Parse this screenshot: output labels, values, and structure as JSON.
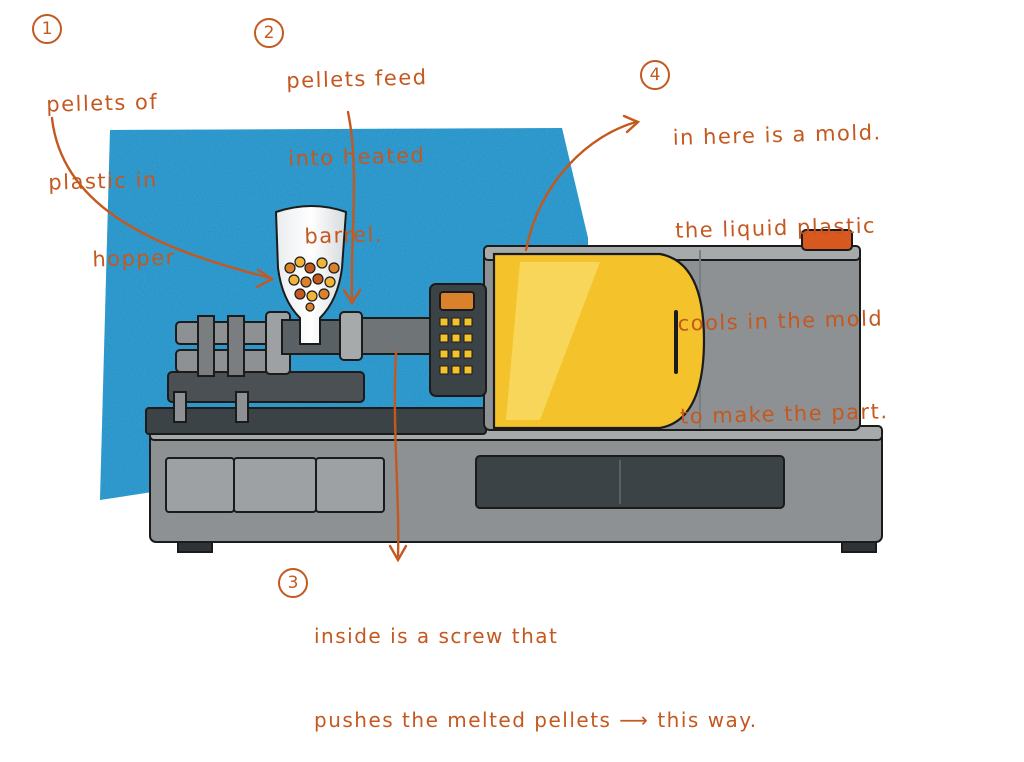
{
  "annotations": [
    {
      "number": "1",
      "lines": [
        "pellets of",
        "plastic in",
        "hopper"
      ]
    },
    {
      "number": "2",
      "lines": [
        "pellets feed",
        "into heated",
        "barrel."
      ]
    },
    {
      "number": "3",
      "lines": [
        "inside is a screw that",
        "pushes the melted pellets ⟶ this way."
      ]
    },
    {
      "number": "4",
      "lines": [
        "in here is a mold.",
        "the liquid plastic",
        "cools in the mold",
        "to make the part."
      ]
    }
  ],
  "icons": [
    "hopper-icon",
    "barrel-icon",
    "screw-drive-icon",
    "control-panel-icon",
    "mold-door-icon",
    "arrow-icon"
  ],
  "colors": {
    "annotation": "#c4581f",
    "background_patch": "#2a9fd6",
    "machine_body": "#8e9193",
    "machine_dark": "#3c4346",
    "mold_door": "#f4c22b",
    "pellets": "#d9822b",
    "outline": "#1b1b1b"
  }
}
